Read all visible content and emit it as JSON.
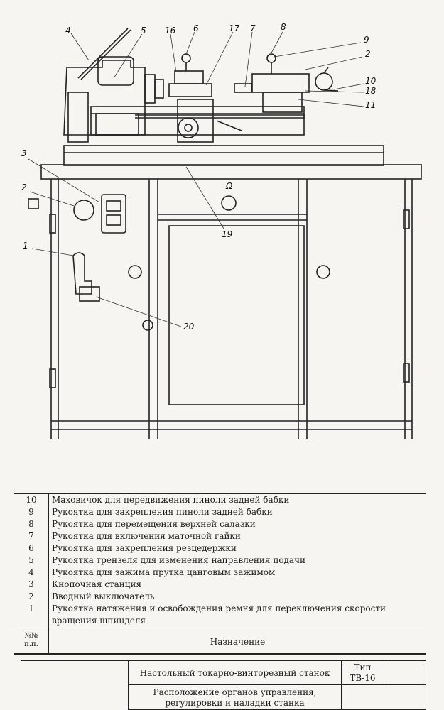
{
  "callouts": {
    "c1": "1",
    "c2": "2",
    "c3": "3",
    "c4": "4",
    "c5": "5",
    "c6": "6",
    "c7": "7",
    "c8": "8",
    "c9": "9",
    "c10": "10",
    "c16": "16",
    "c17": "17",
    "c18": "18",
    "c11": "11",
    "c19": "19",
    "c20": "20",
    "c2b": "2",
    "cOmega": "Ω"
  },
  "legend": {
    "rows": [
      {
        "num": "10",
        "text": "Маховичок для передвижения пиноли задней бабки"
      },
      {
        "num": "9",
        "text": "Рукоятка для закрепления пиноли задней бабки"
      },
      {
        "num": "8",
        "text": "Рукоятка для перемещения верхней салазки"
      },
      {
        "num": "7",
        "text": "Рукоятка для включения маточной гайки"
      },
      {
        "num": "6",
        "text": "Рукоятка для закрепления резцедержки"
      },
      {
        "num": "5",
        "text": "Рукоятка трензеля для изменения направления подачи"
      },
      {
        "num": "4",
        "text": "Рукоятка для зажима прутка цанговым зажимом"
      },
      {
        "num": "3",
        "text": "Кнопочная станция"
      },
      {
        "num": "2",
        "text": "Вводный выключатель"
      },
      {
        "num": "1",
        "text": "Рукоятка натяжения и освобождения ремня для переключения скорости вращения шпинделя"
      }
    ],
    "header_num": "№№ п.п.",
    "header_purpose": "Назначение"
  },
  "stamp": {
    "machine_name": "Настольный токарно-винторезный станок",
    "type_label": "Тип",
    "type_value": "ТВ-16",
    "description": "Расположение органов управления, регулировки и наладки станка"
  }
}
